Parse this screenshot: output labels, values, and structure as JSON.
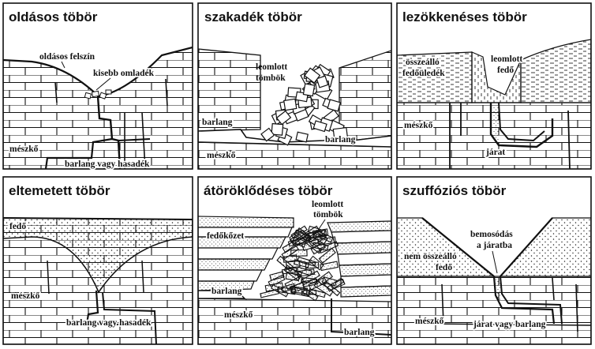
{
  "panels": [
    {
      "title": "oldásos töbör",
      "labels": {
        "surface": "oldásos felszín",
        "debris": "kisebb omladék",
        "rock": "mészkő",
        "cave": "barlang vagy hasadék"
      }
    },
    {
      "title": "szakadék töbör",
      "labels": {
        "blocks": "leomlott\ntömbök",
        "cave_left": "barlang",
        "cave_right": "barlang",
        "rock": "mészkő"
      }
    },
    {
      "title": "lezökkenéses töbör",
      "labels": {
        "cover": "összeálló\nfedőüledék",
        "fallen": "leomlott\nfedő",
        "rock": "mészkő",
        "passage": "járat"
      }
    },
    {
      "title": "eltemetett töbör",
      "labels": {
        "cover": "fedő",
        "rock": "mészkő",
        "cave": "barlang vagy hasadék"
      }
    },
    {
      "title": "átöröklődéses töbör",
      "labels": {
        "blocks": "leomlott\ntömbök",
        "cover_rock": "fedőkőzet",
        "cave_left": "barlang",
        "rock": "mészkő",
        "cave_right": "barlang"
      }
    },
    {
      "title": "szuffóziós töbör",
      "labels": {
        "inwash": "bemosódás\na járatba",
        "cover": "nem összeálló\nfedő",
        "rock": "mészkő",
        "passage": "járat vagy barlang"
      }
    }
  ]
}
